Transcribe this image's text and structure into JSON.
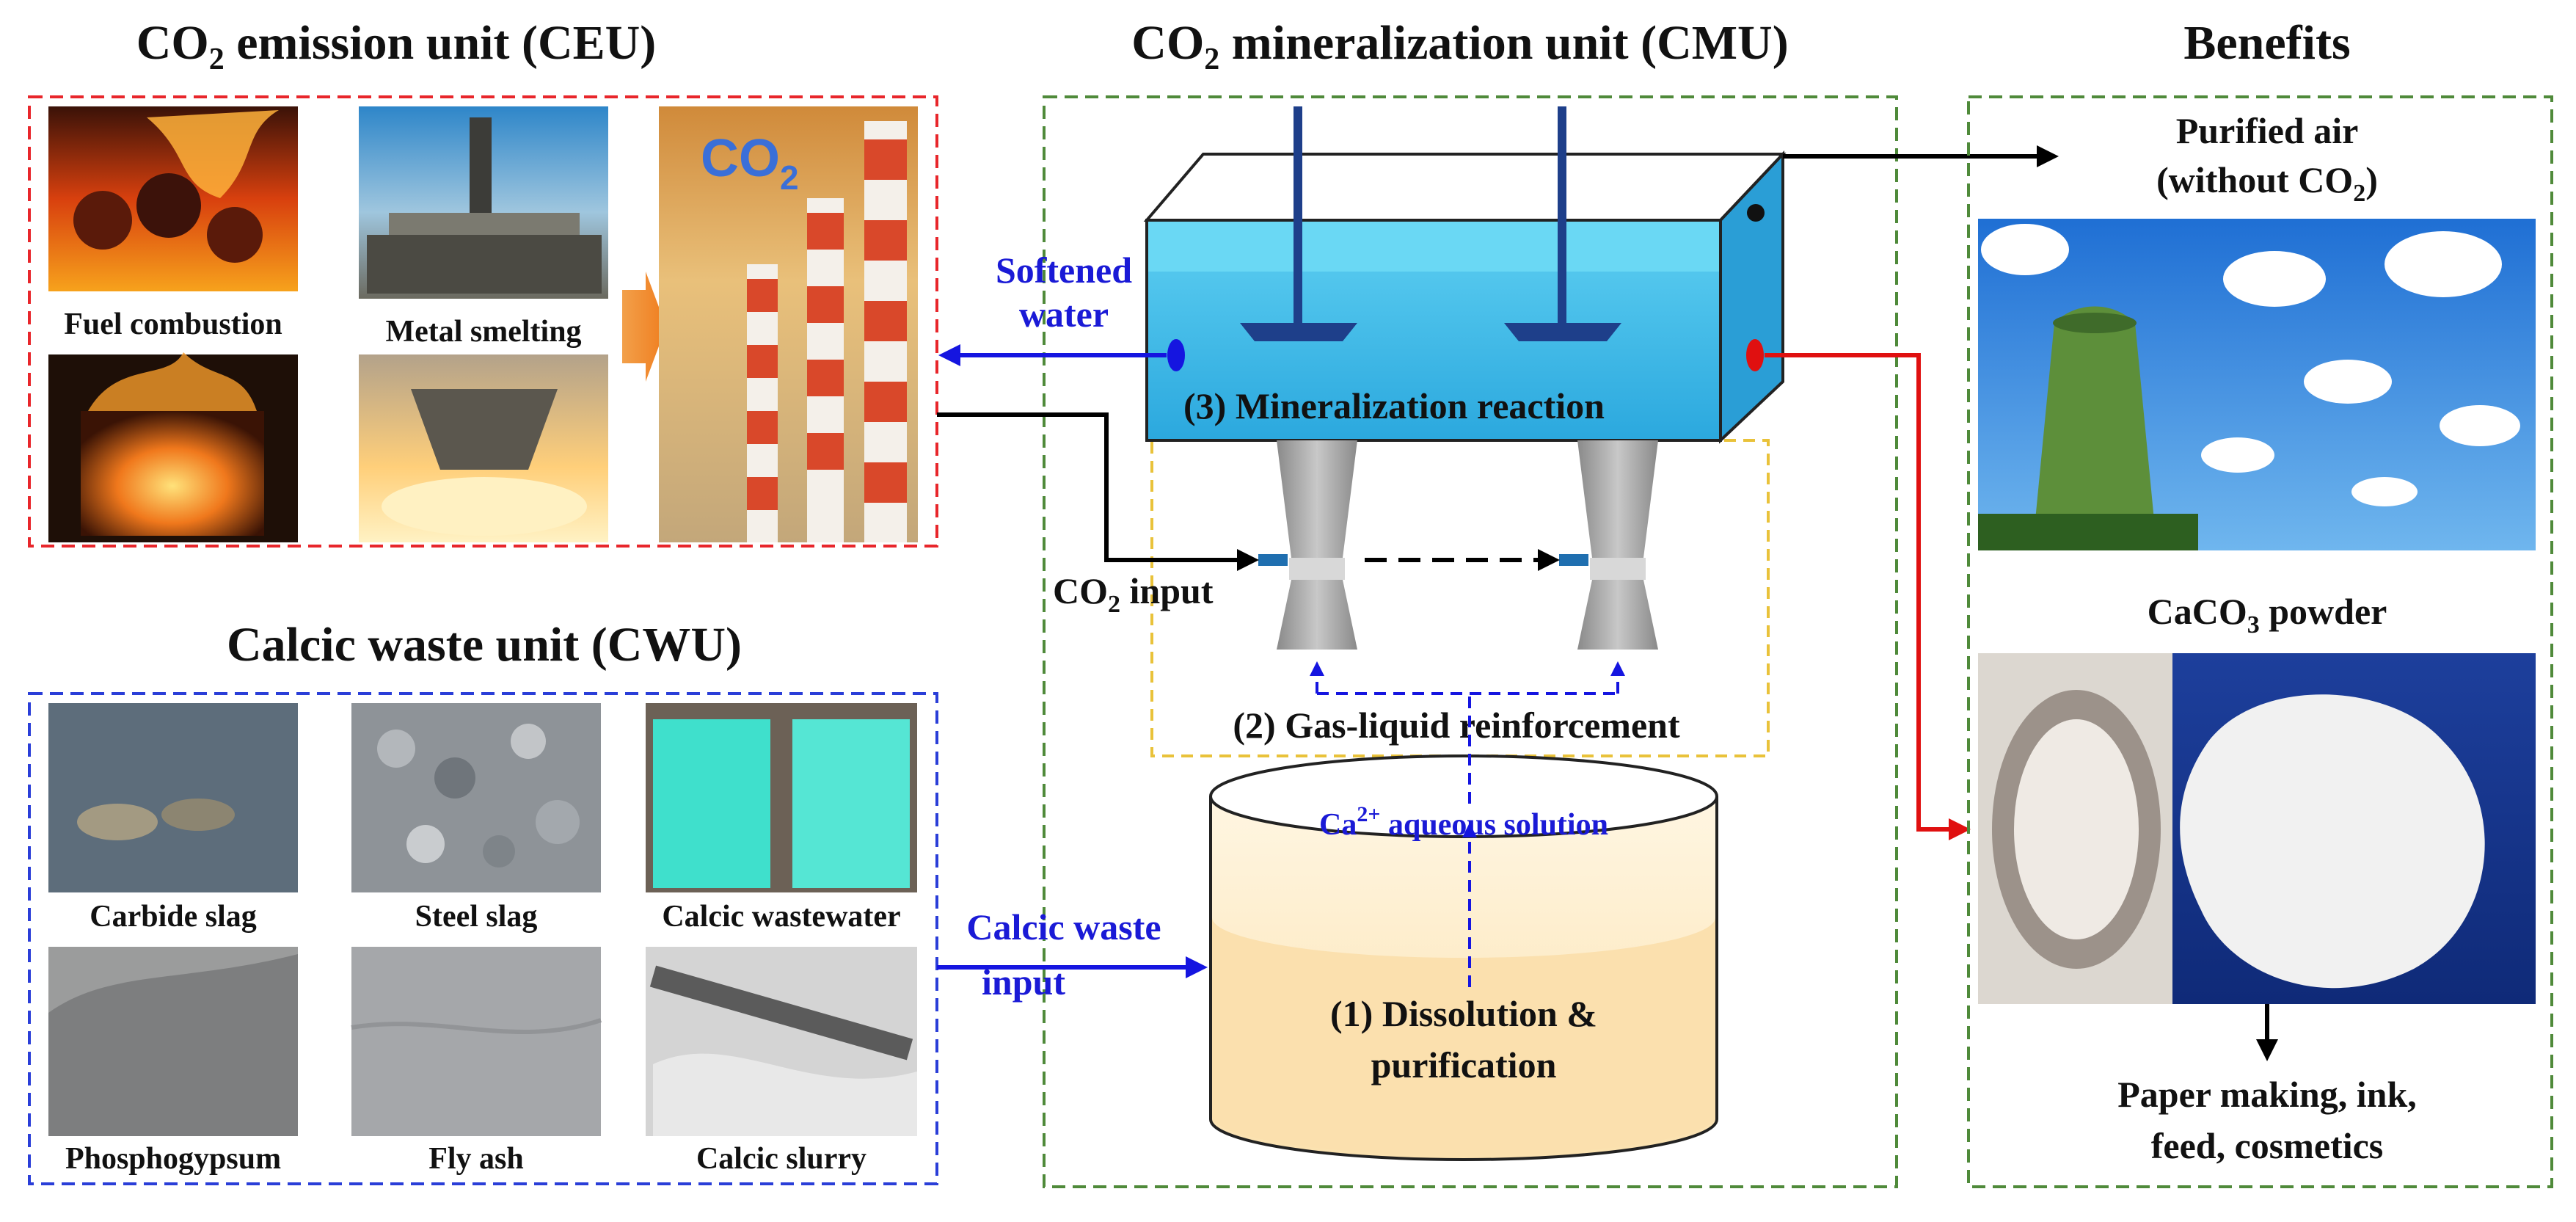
{
  "ceu": {
    "title_pre": "CO",
    "title_sub": "2",
    "title_post": " emission unit (CEU)",
    "items": [
      "Fuel combustion",
      "Metal smelting"
    ],
    "co2_sign": "CO",
    "co2_sign_sub": "2"
  },
  "cwu": {
    "title": "Calcic waste unit (CWU)",
    "items": [
      "Carbide slag",
      "Steel slag",
      "Calcic wastewater",
      "Phosphogypsum",
      "Fly ash",
      "Calcic slurry"
    ]
  },
  "cmu": {
    "title_pre": "CO",
    "title_sub": "2",
    "title_post": " mineralization unit (CMU)",
    "softened_water": [
      "Softened",
      "water"
    ],
    "co2_input_pre": "CO",
    "co2_input_sub": "2",
    "co2_input_post": " input",
    "step3": "(3) Mineralization reaction",
    "step2": "(2) Gas-liquid reinforcement",
    "ca_pre": "Ca",
    "ca_sup": "2+",
    "ca_post": " aqueous solution",
    "step1": [
      "(1) Dissolution &",
      "purification"
    ],
    "calcic_input": [
      "Calcic waste",
      "input"
    ]
  },
  "benefits": {
    "title": "Benefits",
    "air_line1": "Purified air",
    "air_line2_pre": "(without CO",
    "air_line2_sub": "2",
    "air_line2_post": ")",
    "caco3_pre": "CaCO",
    "caco3_sub": "3",
    "caco3_post": " powder",
    "uses": [
      "Paper making, ink,",
      "feed, cosmetics"
    ]
  },
  "colors": {
    "ceu_border": "#e8262b",
    "cwu_border": "#2a3ed8",
    "cmu_border": "#4f8a3a",
    "benefits_border": "#4f8a3a",
    "gas_liquid_border": "#e9c23a",
    "blue_arrow": "#1515e0",
    "red_arrow": "#e01010",
    "water": "#45c0ea",
    "solution": "#fbe9c6"
  }
}
